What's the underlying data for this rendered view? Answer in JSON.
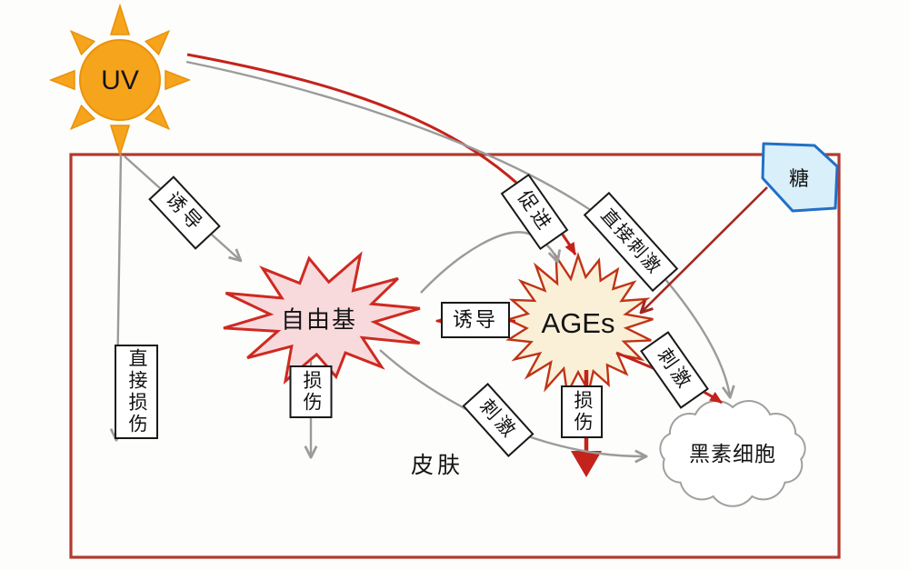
{
  "figure": {
    "title_note": "UV / 糖 / AGEs / 自由基 / 黑素细胞 relationship diagram inside skin (皮肤) box",
    "nodes": {
      "uv": {
        "label": "UV"
      },
      "sugar": {
        "label": "糖"
      },
      "free_radical": {
        "label": "自由基"
      },
      "ages": {
        "label": "AGEs"
      },
      "melanocyte": {
        "label": "黑素细胞"
      },
      "skin": {
        "label": "皮肤"
      }
    },
    "edges": [
      {
        "id": "uv-free-radical",
        "from": "uv",
        "to": "free_radical",
        "label": "诱导",
        "style": "gray"
      },
      {
        "id": "uv-skin-direct",
        "from": "uv",
        "to": "skin",
        "label": "直接损伤",
        "style": "gray"
      },
      {
        "id": "uv-ages",
        "from": "uv",
        "to": "ages",
        "label": "促进",
        "style": "red"
      },
      {
        "id": "uv-melanocyte",
        "from": "uv",
        "to": "melanocyte",
        "label": "直接刺激",
        "style": "gray"
      },
      {
        "id": "ages-free-radical",
        "from": "ages",
        "to": "free_radical",
        "label": "诱导",
        "style": "red"
      },
      {
        "id": "free-radical-ages",
        "from": "free_radical",
        "to": "ages",
        "label": "",
        "style": "gray"
      },
      {
        "id": "free-radical-skin",
        "from": "free_radical",
        "to": "skin",
        "label": "损伤",
        "style": "gray"
      },
      {
        "id": "free-radical-melanocyte",
        "from": "free_radical",
        "to": "melanocyte",
        "label": "刺激",
        "style": "gray"
      },
      {
        "id": "ages-skin",
        "from": "ages",
        "to": "skin",
        "label": "损伤",
        "style": "red"
      },
      {
        "id": "ages-melanocyte",
        "from": "ages",
        "to": "melanocyte",
        "label": "刺激",
        "style": "red"
      },
      {
        "id": "sugar-ages",
        "from": "sugar",
        "to": "ages",
        "label": "",
        "style": "dark-red"
      }
    ],
    "colors": {
      "sun_fill": "#F7A41D",
      "sun_stroke": "#E8920A",
      "skin_border": "#B23A2E",
      "red_arrow": "#C3231B",
      "dark_red_arrow": "#A1281E",
      "gray_arrow": "#9B9B9B",
      "free_radical_fill": "#F8DADD",
      "free_radical_stroke": "#CE2A21",
      "ages_fill": "#FAF0D8",
      "ages_stroke": "#C03316",
      "sugar_fill": "#D9EFFA",
      "sugar_stroke": "#2070C8",
      "cloud_stroke": "#A0A0A0",
      "label_box_border": "#1A1A1A"
    }
  }
}
